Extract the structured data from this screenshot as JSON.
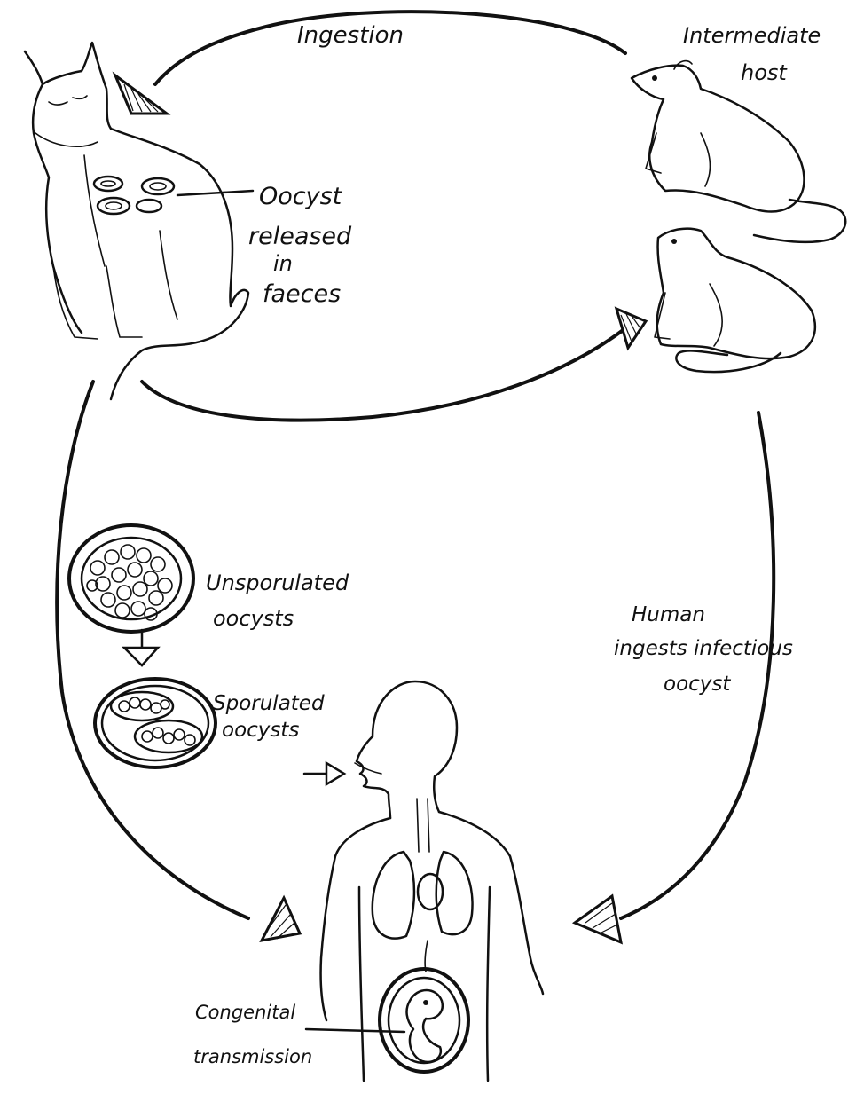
{
  "labels": {
    "ingestion": "Ingestion",
    "intermediate_host_line1": "Intermediate",
    "intermediate_host_line2": "host",
    "oocyst_line1": "Oocyst",
    "oocyst_line2": "released",
    "oocyst_line3": "in",
    "oocyst_line4": "faeces",
    "unsporulated_line1": "Unsporulated",
    "unsporulated_line2": "oocysts",
    "sporulated_line1": "Sporulated",
    "sporulated_line2": "oocysts",
    "human_line1": "Human",
    "human_line2": "ingests infectious",
    "human_line3": "oocyst",
    "congenital_line1": "Congenital",
    "congenital_line2": "transmission"
  },
  "icons": {
    "cat": "cat-icon",
    "rats": "rat-icon",
    "human": "human-figure-icon",
    "fetus": "fetus-icon",
    "unsporulated_oocyst": "unsporulated-oocyst-icon",
    "sporulated_oocyst": "sporulated-oocyst-icon"
  },
  "colors": {
    "ink": "#111111",
    "background": "#ffffff"
  }
}
